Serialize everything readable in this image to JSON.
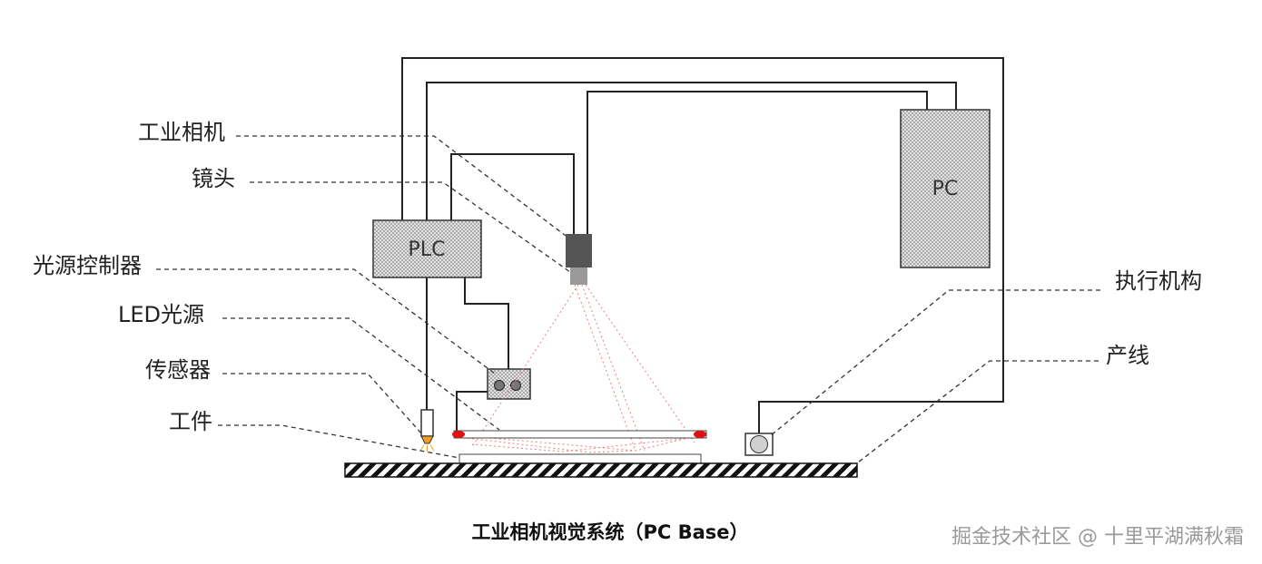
{
  "diagram": {
    "title": "工业相机视觉系统（PC Base）",
    "components": {
      "pc": "PC",
      "plc": "PLC"
    },
    "labels": {
      "camera": "工业相机",
      "lens": "镜头",
      "light_controller": "光源控制器",
      "led_light": "LED光源",
      "sensor": "传感器",
      "workpiece": "工件",
      "actuator": "执行机构",
      "production_line": "产线"
    },
    "watermark": "掘金技术社区 @ 十里平湖满秋霜",
    "colors": {
      "line": "#222222",
      "led": "#e01010",
      "beam": "#e88080",
      "sensor_tip": "#f0a020"
    }
  }
}
